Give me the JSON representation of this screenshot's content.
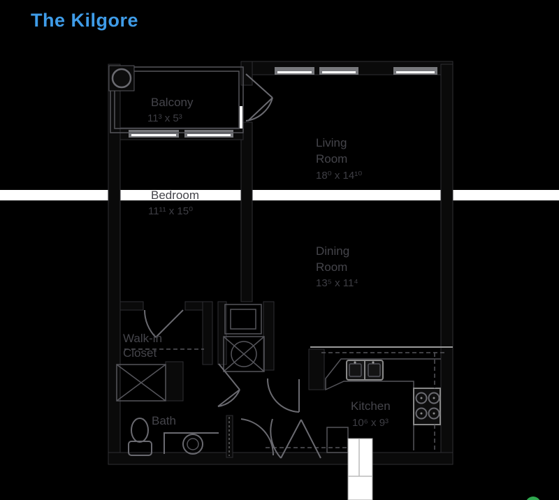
{
  "page": {
    "title": "The Kilgore",
    "colors": {
      "accent": "#3f9ce8",
      "background": "#000000",
      "wall": "#0a0a0a",
      "wall-edge": "#2f2f33",
      "line": "#55555b",
      "line-strong": "#6a6a70",
      "window": "#77787c",
      "label": "#45454b",
      "label-dim": "#3e3e44",
      "white": "#ffffff"
    }
  },
  "floorplan": {
    "rooms": [
      {
        "id": "balcony",
        "name": "Balcony",
        "name2": "",
        "dims": "11³ x 5³"
      },
      {
        "id": "living-room",
        "name": "Living",
        "name2": "Room",
        "dims": "18⁰ x 14¹⁰"
      },
      {
        "id": "bedroom",
        "name": "Bedroom",
        "name2": "",
        "dims": "11¹¹ x 15⁰"
      },
      {
        "id": "dining-room",
        "name": "Dining",
        "name2": "Room",
        "dims": "13⁵ x 11⁴"
      },
      {
        "id": "walk-in-closet",
        "name": "Walk-in",
        "name2": "Closet",
        "dims": ""
      },
      {
        "id": "bath",
        "name": "Bath",
        "name2": "",
        "dims": ""
      },
      {
        "id": "kitchen",
        "name": "Kitchen",
        "name2": "",
        "dims": "10⁶ x 9³"
      }
    ]
  }
}
